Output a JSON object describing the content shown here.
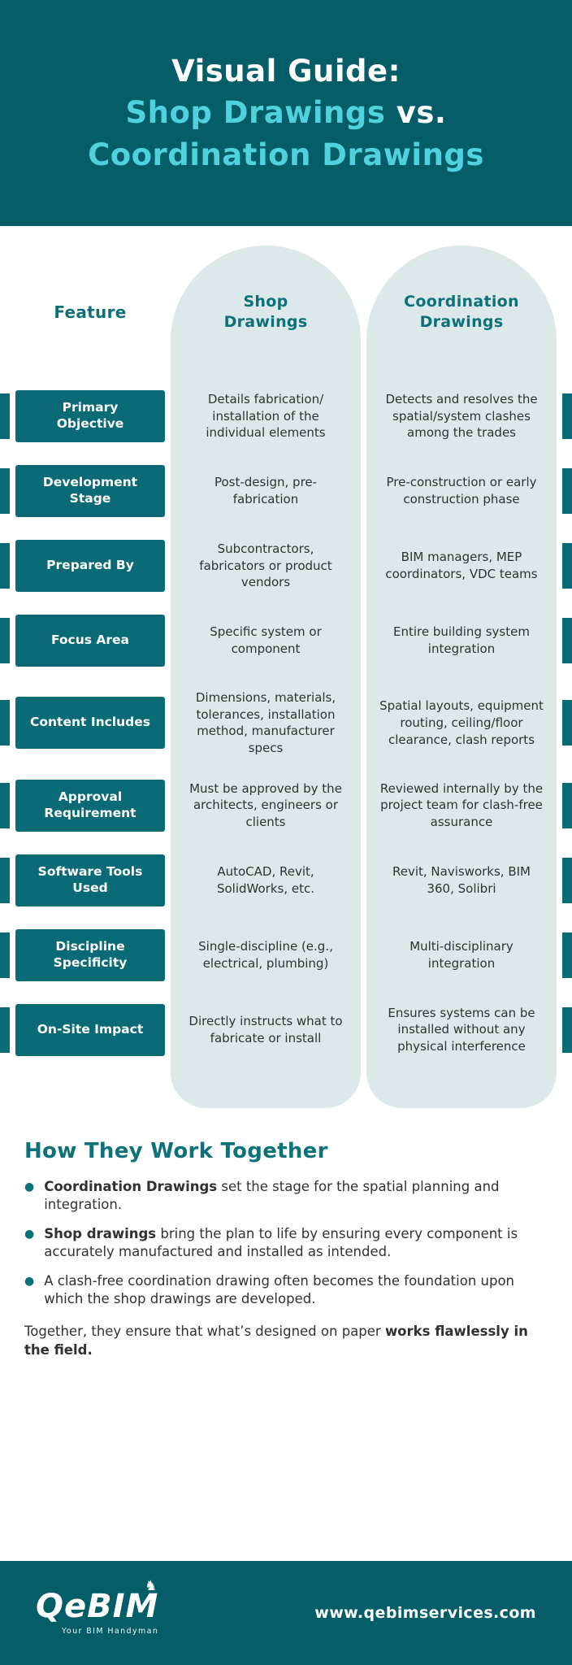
{
  "header": {
    "title_line1": "Visual Guide:",
    "title_line2_highlight": "Shop Drawings",
    "title_line2_suffix": " vs.",
    "title_line3_highlight": "Coordination Drawings"
  },
  "table": {
    "feature_header": "Feature",
    "shop_header": "Shop\nDrawings",
    "coordination_header": "Coordination\nDrawings",
    "rows": [
      {
        "feature": "Primary Objective",
        "shop": "Details fabrication/ installation of the individual elements",
        "coordination": "Detects and resolves the spatial/system clashes among the trades"
      },
      {
        "feature": "Development Stage",
        "shop": "Post-design, pre-fabrication",
        "coordination": "Pre-construction or early construction phase"
      },
      {
        "feature": "Prepared By",
        "shop": "Subcontractors, fabricators or product vendors",
        "coordination": "BIM managers, MEP coordinators, VDC teams"
      },
      {
        "feature": "Focus Area",
        "shop": "Specific system or component",
        "coordination": "Entire building system integration"
      },
      {
        "feature": "Content Includes",
        "shop": "Dimensions, materials, tolerances, installation method, manufacturer specs",
        "coordination": "Spatial layouts, equipment routing, ceiling/floor clearance, clash reports"
      },
      {
        "feature": "Approval Requirement",
        "shop": "Must be approved by the architects, engineers or clients",
        "coordination": "Reviewed internally by the project team for clash-free assurance"
      },
      {
        "feature": "Software Tools Used",
        "shop": "AutoCAD, Revit, SolidWorks, etc.",
        "coordination": "Revit, Navisworks, BIM 360, Solibri"
      },
      {
        "feature": "Discipline Specificity",
        "shop": "Single-discipline (e.g., electrical, plumbing)",
        "coordination": "Multi-disciplinary integration"
      },
      {
        "feature": "On-Site Impact",
        "shop": "Directly instructs what to fabricate or install",
        "coordination": "Ensures systems can be installed without any physical interference"
      }
    ]
  },
  "how": {
    "heading": "How They Work Together",
    "bullets": [
      {
        "bold": "Coordination Drawings",
        "rest": " set the stage for the spatial planning and integration."
      },
      {
        "bold": "Shop drawings",
        "rest": " bring the plan to life by ensuring every component is accurately manufactured and installed as intended."
      },
      {
        "bold": "",
        "rest": "A clash-free coordination drawing often becomes the foundation upon which the shop drawings are developed."
      }
    ],
    "closing_normal": "Together, they ensure that what’s designed on paper ",
    "closing_bold": "works flawlessly in the field."
  },
  "footer": {
    "logo_text": "QeBIM",
    "logo_tagline": "Your BIM Handyman",
    "website": "www.qebimservices.com"
  },
  "icons": {
    "bullet_dot": "●",
    "logo_horse": "♞"
  },
  "colors": {
    "brand_dark": "#045d67",
    "brand_mid": "#0a6b76",
    "accent_cyan": "#4fd2de",
    "pill_bg": "#dde8ea",
    "heading_teal": "#0c7179",
    "text_dark": "#2d3335"
  }
}
